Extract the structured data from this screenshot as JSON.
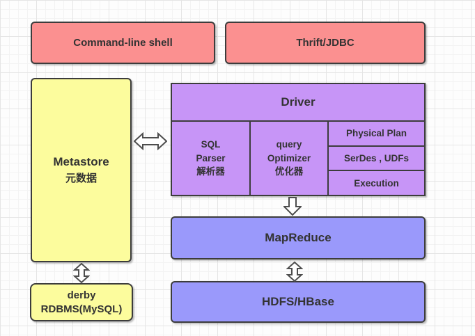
{
  "colors": {
    "pink": "#FB9090",
    "yellow": "#FCFC9D",
    "purple": "#C795F7",
    "blue": "#9A99FB",
    "border": "#3C3C3C",
    "text": "#333333",
    "arrow-stroke": "#4D4D4D",
    "grid-minor": "#F3F3F3",
    "grid-major": "#E5E5E5"
  },
  "clients": [
    {
      "label": "Command-line shell"
    },
    {
      "label": "Thrift/JDBC"
    }
  ],
  "metastore": {
    "title": "Metastore",
    "subtitle": "元数据"
  },
  "driver": {
    "title": "Driver",
    "columns": [
      {
        "lines": [
          "SQL",
          "Parser",
          "解析器"
        ]
      },
      {
        "lines": [
          "query",
          "Optimizer",
          "优化器"
        ]
      }
    ],
    "stages": [
      "Physical Plan",
      "SerDes , UDFs",
      "Execution"
    ]
  },
  "mapreduce_label": "MapReduce",
  "hdfs_label": "HDFS/HBase",
  "derby": {
    "lines": [
      "derby",
      "RDBMS(MySQL)"
    ]
  },
  "arrows": [
    {
      "name": "metastore-driver-arrow",
      "type": "horizontal-double"
    },
    {
      "name": "driver-mapreduce-arrow",
      "type": "down-single"
    },
    {
      "name": "mapreduce-hdfs-arrow",
      "type": "vertical-double"
    },
    {
      "name": "metastore-derby-arrow",
      "type": "vertical-double"
    }
  ]
}
